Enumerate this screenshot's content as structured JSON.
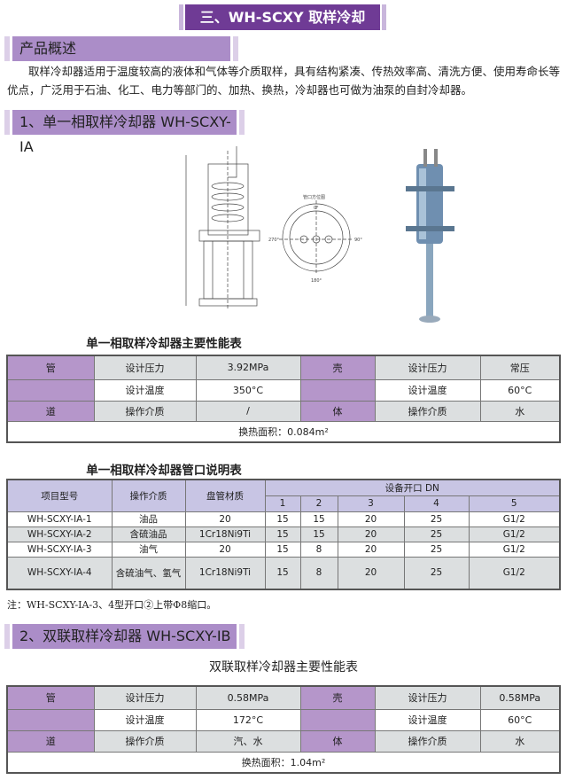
{
  "title": "三、WH-SCXY 取样冷却器",
  "overview": {
    "heading": "产品概述",
    "text": "取样冷却器适用于温度较高的液体和气体等介质取样，具有结构紧凑、传热效率高、清洗方便、使用寿命长等优点，广泛用于石油、化工、电力等部门的、加热、换热，冷却器也可做为油泵的自封冷却器。"
  },
  "section1": {
    "heading": "1、单一相取样冷却器 WH-SCXY-IA",
    "drawing": {
      "orient_title": "管口方位图",
      "deg0": "0°",
      "deg90": "90°",
      "deg180": "180°",
      "deg270": "270°"
    },
    "perf_title": "单一相取样冷却器主要性能表",
    "perf": {
      "pipe_top": "管",
      "pipe_bottom": "道",
      "shell_top": "壳",
      "shell_bottom": "体",
      "rows": [
        [
          "设计压力",
          "3.92MPa",
          "设计压力",
          "常压"
        ],
        [
          "设计温度",
          "350°C",
          "设计温度",
          "60°C"
        ],
        [
          "操作介质",
          "/",
          "操作介质",
          "水"
        ]
      ],
      "area": "换热面积：0.084m²"
    },
    "ports_title": "单一相取样冷却器管口说明表",
    "ports": {
      "headers": [
        "项目型号",
        "操作介质",
        "盘管材质",
        "设备开口 DN"
      ],
      "dn": [
        "1",
        "2",
        "3",
        "4",
        "5"
      ],
      "rows": [
        [
          "WH-SCXY-IA-1",
          "油品",
          "20",
          "15",
          "15",
          "20",
          "25",
          "G1/2"
        ],
        [
          "WH-SCXY-IA-2",
          "含硫油品",
          "1Cr18Ni9Ti",
          "15",
          "15",
          "20",
          "25",
          "G1/2"
        ],
        [
          "WH-SCXY-IA-3",
          "油气",
          "20",
          "15",
          "8",
          "20",
          "25",
          "G1/2"
        ],
        [
          "WH-SCXY-IA-4",
          "含硫油气、氢气",
          "1Cr18Ni9Ti",
          "15",
          "8",
          "20",
          "25",
          "G1/2"
        ]
      ]
    },
    "note": "注：WH-SCXY-IA-3、4型开口②上带Φ8缩口。"
  },
  "section2": {
    "heading": "2、双联取样冷却器 WH-SCXY-IB",
    "perf_title": "双联取样冷却器主要性能表",
    "perf": {
      "pipe_top": "管",
      "pipe_bottom": "道",
      "shell_top": "壳",
      "shell_bottom": "体",
      "rows": [
        [
          "设计压力",
          "0.58MPa",
          "设计压力",
          "0.58MPa"
        ],
        [
          "设计温度",
          "172°C",
          "设计温度",
          "60°C"
        ],
        [
          "操作介质",
          "汽、水",
          "操作介质",
          "水"
        ]
      ],
      "area": "换热面积：1.04m²"
    }
  }
}
